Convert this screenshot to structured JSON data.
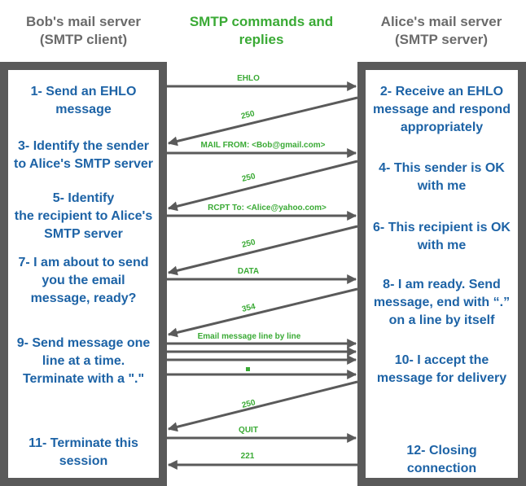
{
  "headers": {
    "client": [
      "Bob's mail server",
      "(SMTP client)"
    ],
    "middle": [
      "SMTP commands and",
      "replies"
    ],
    "server": [
      "Alice's mail server",
      "(SMTP server)"
    ]
  },
  "client_steps": [
    [
      "1- Send an EHLO",
      "message"
    ],
    [
      "3- Identify the sender",
      "to Alice's SMTP server"
    ],
    [
      "5- Identify",
      "the recipient to Alice's",
      "SMTP server"
    ],
    [
      "7- I am about to send",
      "you the email",
      "message, ready?"
    ],
    [
      "9- Send message one",
      "line at a time.",
      "Terminate with a \".\""
    ],
    [
      "11- Terminate this",
      "session"
    ]
  ],
  "server_steps": [
    [
      "2- Receive an EHLO",
      "message and respond",
      "appropriately"
    ],
    [
      "4- This sender is OK",
      "with me"
    ],
    [
      "6- This recipient is OK",
      "with me"
    ],
    [
      "8-  I am ready. Send",
      "message, end with “.”",
      "on a line by itself"
    ],
    [
      "10-  I accept the",
      "message for delivery"
    ],
    [
      "12-  Closing",
      "connection"
    ]
  ],
  "messages": [
    {
      "label": "EHLO",
      "direction": "to_server"
    },
    {
      "label": "250",
      "direction": "to_client"
    },
    {
      "label": "MAIL FROM: <Bob@gmail.com>",
      "direction": "to_server"
    },
    {
      "label": "250",
      "direction": "to_client"
    },
    {
      "label": "RCPT To: <Alice@yahoo.com>",
      "direction": "to_server"
    },
    {
      "label": "250",
      "direction": "to_client"
    },
    {
      "label": "DATA",
      "direction": "to_server"
    },
    {
      "label": "354",
      "direction": "to_client"
    },
    {
      "label": "Email message line by line",
      "direction": "to_server"
    },
    {
      "label": "",
      "direction": "to_server"
    },
    {
      "label": "",
      "direction": "to_server"
    },
    {
      "label": ".",
      "direction": "to_server"
    },
    {
      "label": "250",
      "direction": "to_client"
    },
    {
      "label": "QUIT",
      "direction": "to_server"
    },
    {
      "label": "221",
      "direction": "to_client"
    }
  ],
  "colors": {
    "header_side": "#6b6b6b",
    "header_middle": "#3aaa35",
    "step_text": "#1d63a6",
    "panel_border": "#5a5a5a",
    "arrow": "#5a5a5a",
    "message_label": "#3aaa35"
  }
}
